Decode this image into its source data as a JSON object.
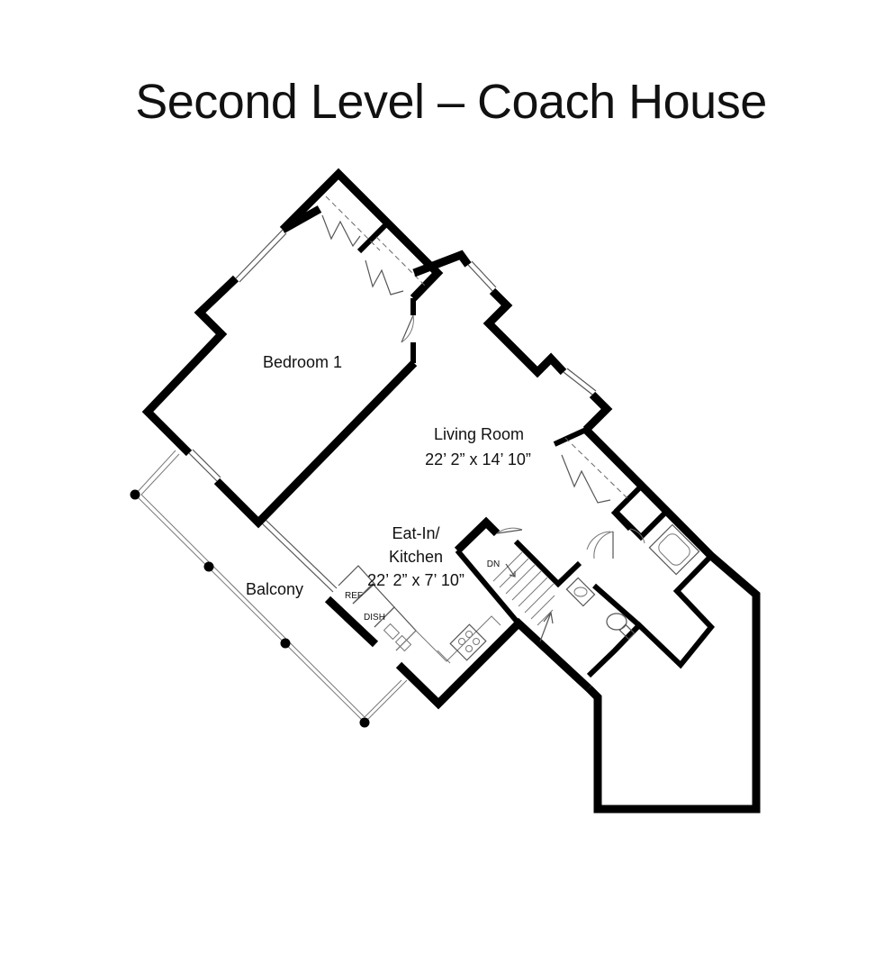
{
  "title": "Second Level – Coach House",
  "rooms": {
    "bedroom1": {
      "name": "Bedroom 1"
    },
    "living_room": {
      "name": "Living Room",
      "dimensions": "22’ 2” x 14’ 10”"
    },
    "kitchen": {
      "name_line1": "Eat-In/",
      "name_line2": "Kitchen",
      "dimensions": "22’ 2” x 7’ 10”"
    },
    "balcony": {
      "name": "Balcony"
    }
  },
  "fixtures": {
    "refrigerator": "REF",
    "dishwasher": "DISH",
    "stair_direction": "DN"
  },
  "colors": {
    "walls": "#000000",
    "background": "#ffffff",
    "detail_lines": "#555555"
  }
}
